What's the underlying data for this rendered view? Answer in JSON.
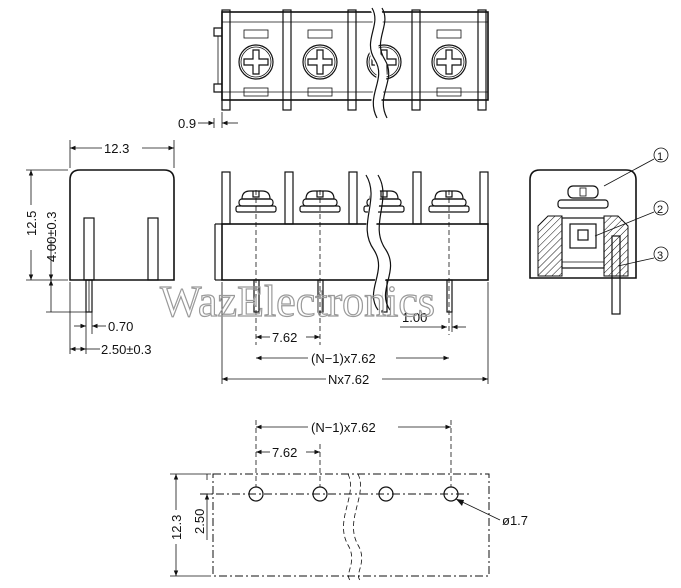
{
  "watermark": "WazElectronics",
  "top_view": {
    "dim_plate": "0.9"
  },
  "side_view": {
    "dim_width": "12.3",
    "dim_height": "12.5",
    "dim_pin_length": "4.00±0.3",
    "dim_pin_width": "0.70",
    "dim_pin_offset": "2.50±0.3"
  },
  "front_view": {
    "dim_pitch": "7.62",
    "dim_pin_thickness": "1.00",
    "dim_span": "(N−1)x7.62",
    "dim_total": "Nx7.62"
  },
  "section_view": {
    "callouts": [
      "1",
      "2",
      "3"
    ]
  },
  "pcb_layout": {
    "dim_span": "(N−1)x7.62",
    "dim_pitch": "7.62",
    "dim_width": "12.3",
    "dim_row": "2.50",
    "dim_hole": "ø1.7"
  }
}
